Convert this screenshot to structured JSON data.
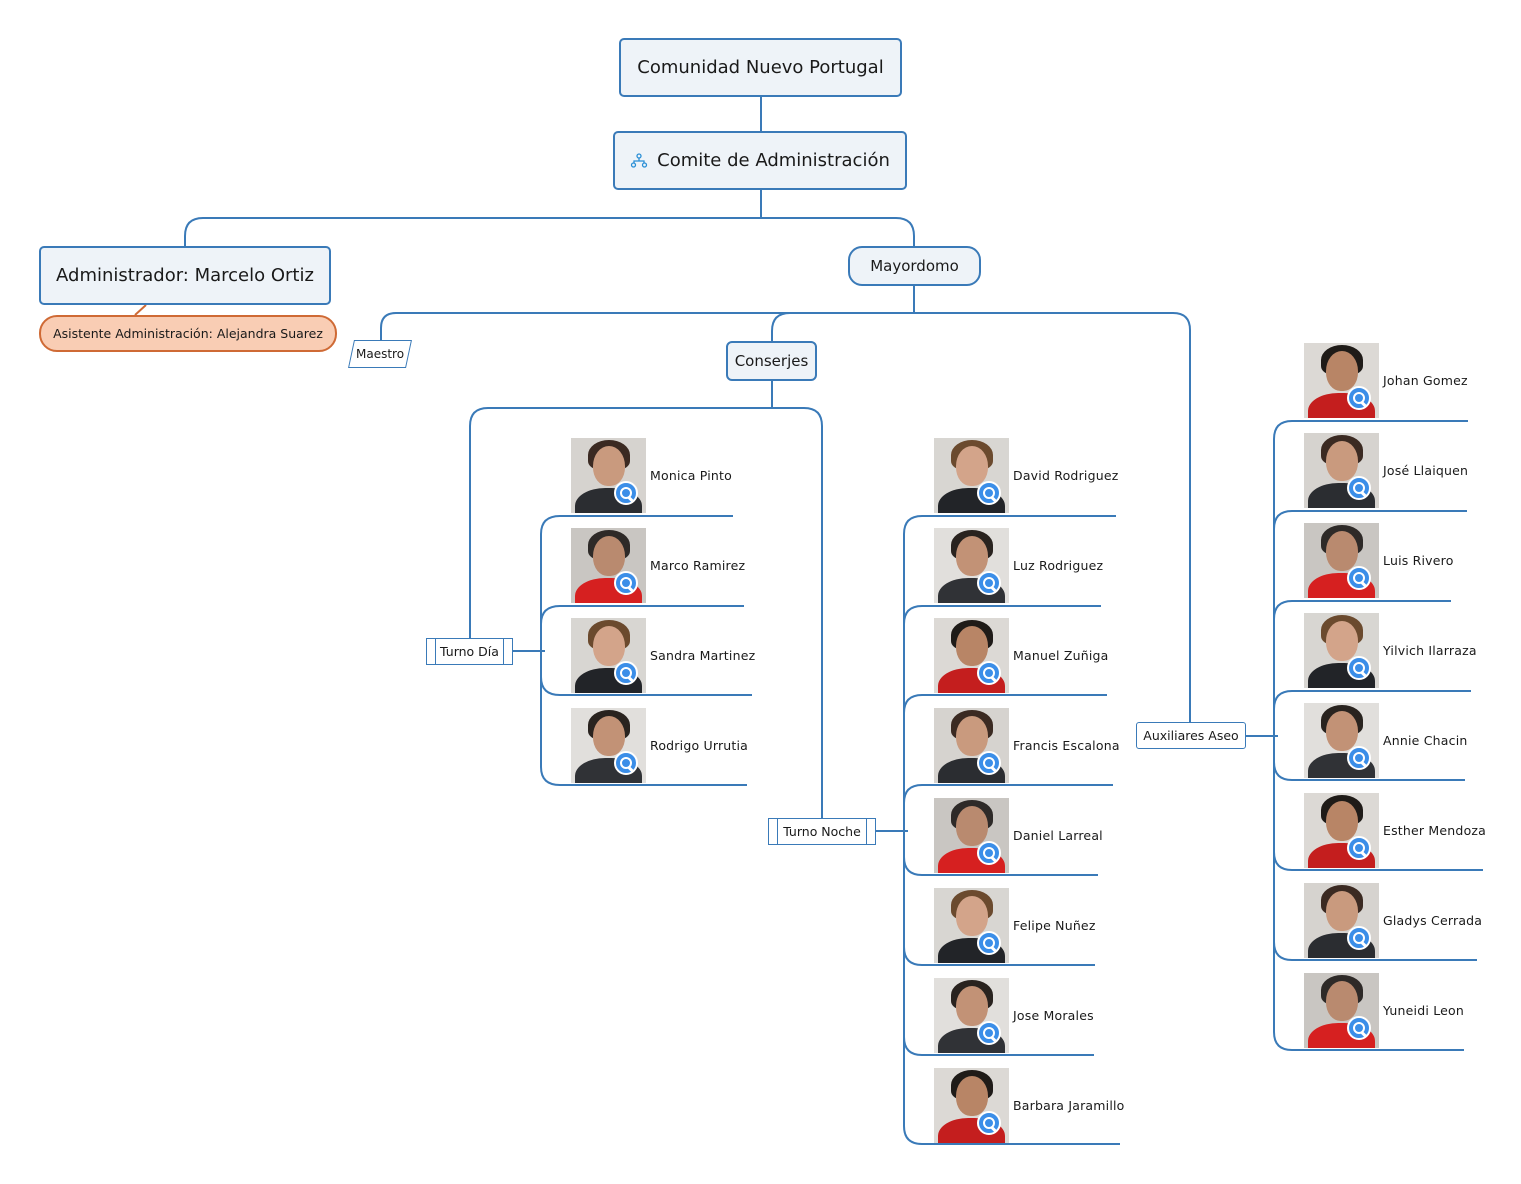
{
  "root": {
    "label": "Comunidad Nuevo Portugal"
  },
  "comite": {
    "label": "Comite de Administración",
    "icon": "org-chart-icon"
  },
  "administrador": {
    "label": "Administrador: Marcelo Ortiz"
  },
  "asistente": {
    "label": "Asistente Administración: Alejandra Suarez"
  },
  "mayordomo": {
    "label": "Mayordomo"
  },
  "maestro": {
    "label": "Maestro"
  },
  "conserjes": {
    "label": "Conserjes"
  },
  "turno_dia": {
    "label": "Turno Día",
    "people": [
      "Monica Pinto",
      "Marco Ramirez",
      "Sandra Martinez",
      "Rodrigo Urrutia"
    ]
  },
  "turno_noche": {
    "label": "Turno Noche",
    "people": [
      "David Rodriguez",
      "Luz Rodriguez",
      "Manuel Zuñiga",
      "Francis Escalona",
      "Daniel Larreal",
      "Felipe Nuñez",
      "Jose Morales",
      "Barbara Jaramillo"
    ]
  },
  "auxiliares": {
    "label": "Auxiliares Aseo",
    "people": [
      "Johan Gomez",
      "José Llaiquen",
      "Luis Rivero",
      "Yilvich Ilarraza",
      "Annie Chacin",
      "Esther Mendoza",
      "Gladys Cerrada",
      "Yuneidi Leon"
    ]
  },
  "colors": {
    "line": "#3a7ab8",
    "node_fill": "#eef3f8",
    "assistant_fill": "#f9cdb4",
    "assistant_border": "#cf6a35",
    "zoom_badge": "#3b8ee8"
  },
  "person_icon": "magnifier-icon"
}
